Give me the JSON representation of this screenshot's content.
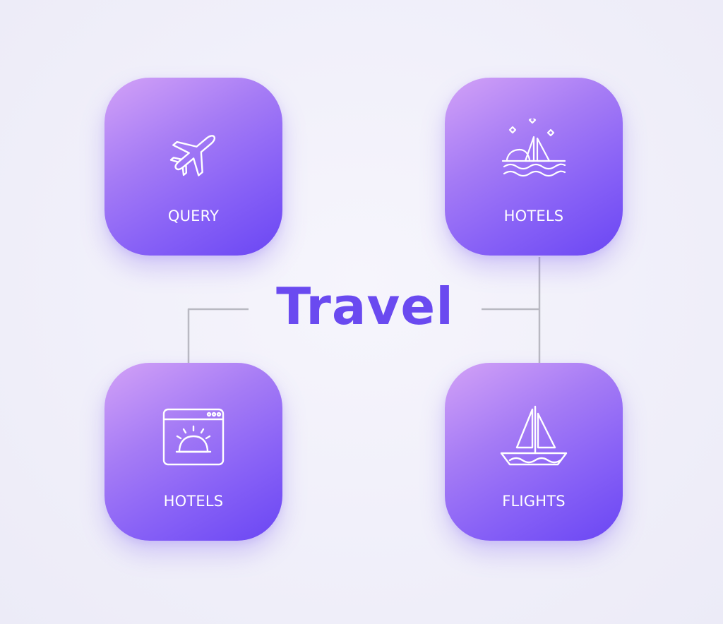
{
  "title": "Travel",
  "tiles": {
    "query": {
      "label": "QUERY",
      "icon": "airplane-icon"
    },
    "hotels": {
      "label": "HOTELS",
      "icon": "beach-sailboat-icon"
    },
    "hotels2": {
      "label": "HOTELS",
      "icon": "browser-window-icon"
    },
    "flights": {
      "label": "FLIGHTS",
      "icon": "sailboat-icon"
    }
  },
  "colors": {
    "background": "#f1f0fa",
    "accent": "#6a4af0",
    "tile_gradient_start": "#d3a2f7",
    "tile_gradient_end": "#6a46f4",
    "connector": "#b9b9c2"
  }
}
